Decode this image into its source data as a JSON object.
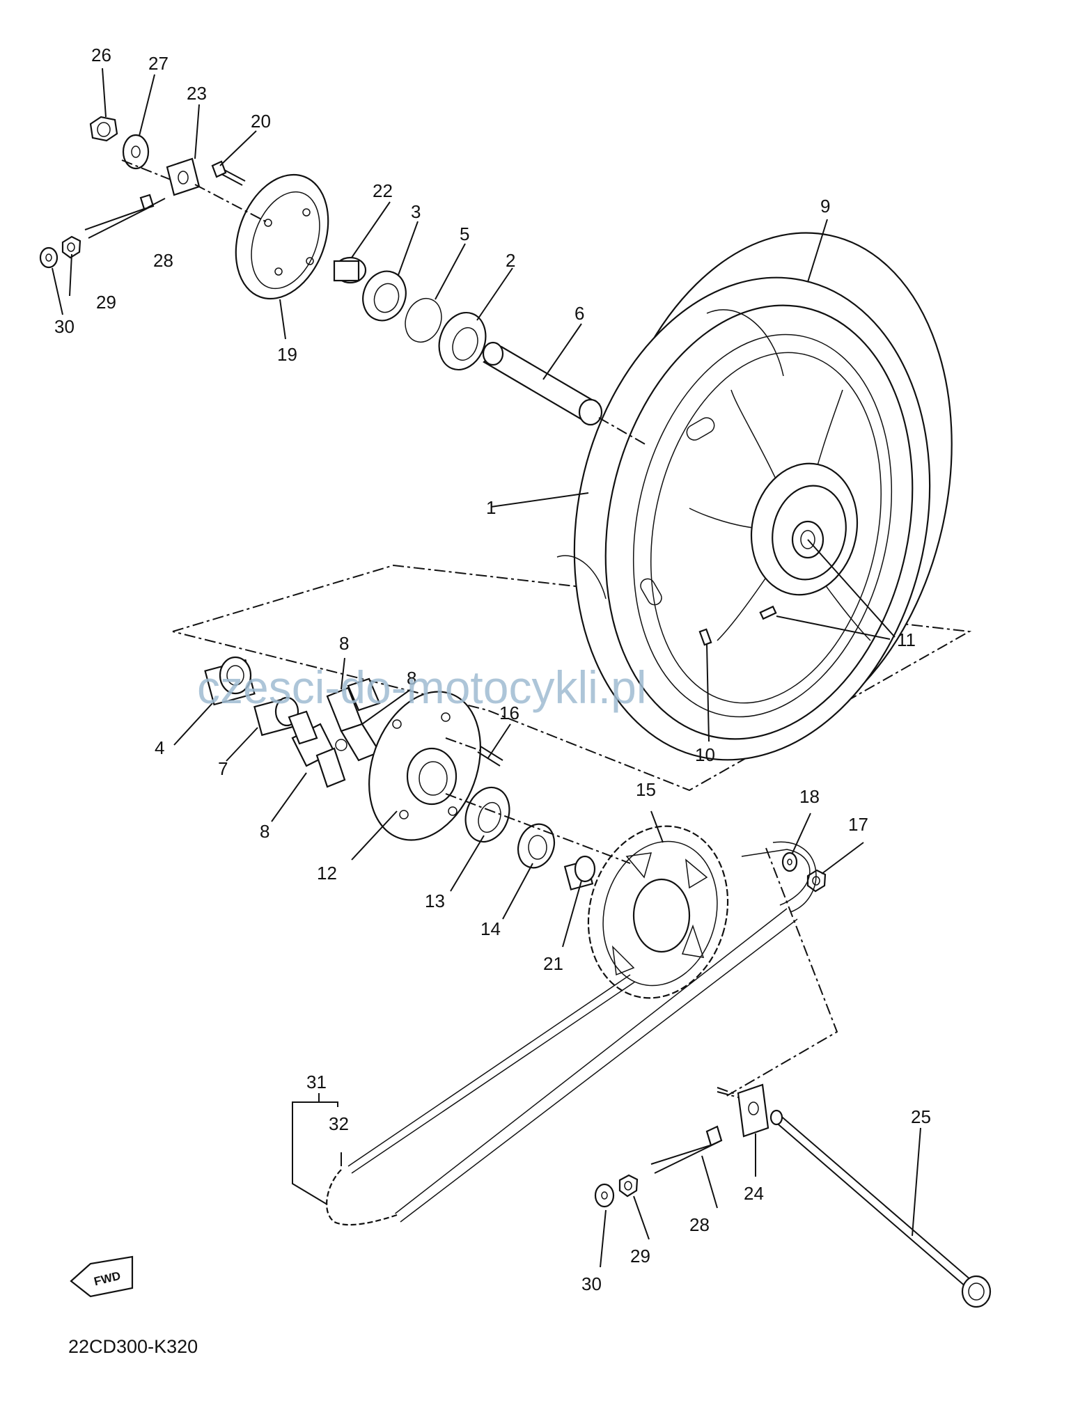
{
  "diagram": {
    "watermark": "czesci-do-motocykli.pl",
    "drawing_code": "22CD300-K320",
    "fwd_label": "FWD",
    "callouts": [
      "1",
      "2",
      "3",
      "4",
      "5",
      "6",
      "7",
      "8",
      "8",
      "8",
      "9",
      "10",
      "11",
      "12",
      "13",
      "14",
      "15",
      "16",
      "17",
      "18",
      "19",
      "20",
      "21",
      "22",
      "23",
      "24",
      "25",
      "26",
      "27",
      "28",
      "28",
      "29",
      "29",
      "30",
      "30",
      "31",
      "32"
    ]
  }
}
